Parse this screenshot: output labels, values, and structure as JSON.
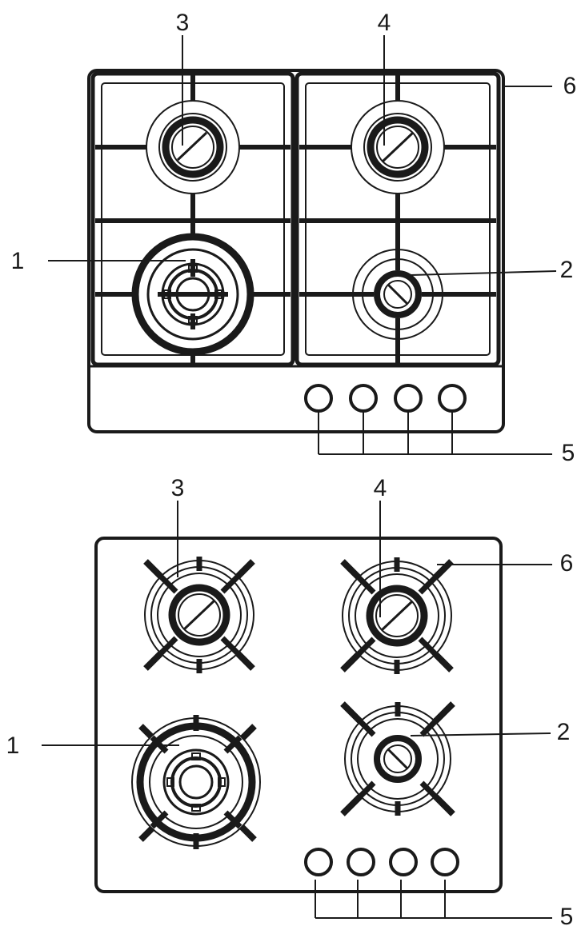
{
  "colors": {
    "ink": "#1a1a1a",
    "background": "#ffffff"
  },
  "diagram_top": {
    "label_burner_large": "1",
    "label_burner_small": "2",
    "label_burner_rear_left": "3",
    "label_burner_rear_right": "4",
    "label_control_knobs": "5",
    "label_cooktop_surface": "6"
  },
  "diagram_bottom": {
    "label_burner_large": "1",
    "label_burner_small": "2",
    "label_burner_rear_left": "3",
    "label_burner_rear_right": "4",
    "label_control_knobs": "5",
    "label_pan_support": "6"
  }
}
